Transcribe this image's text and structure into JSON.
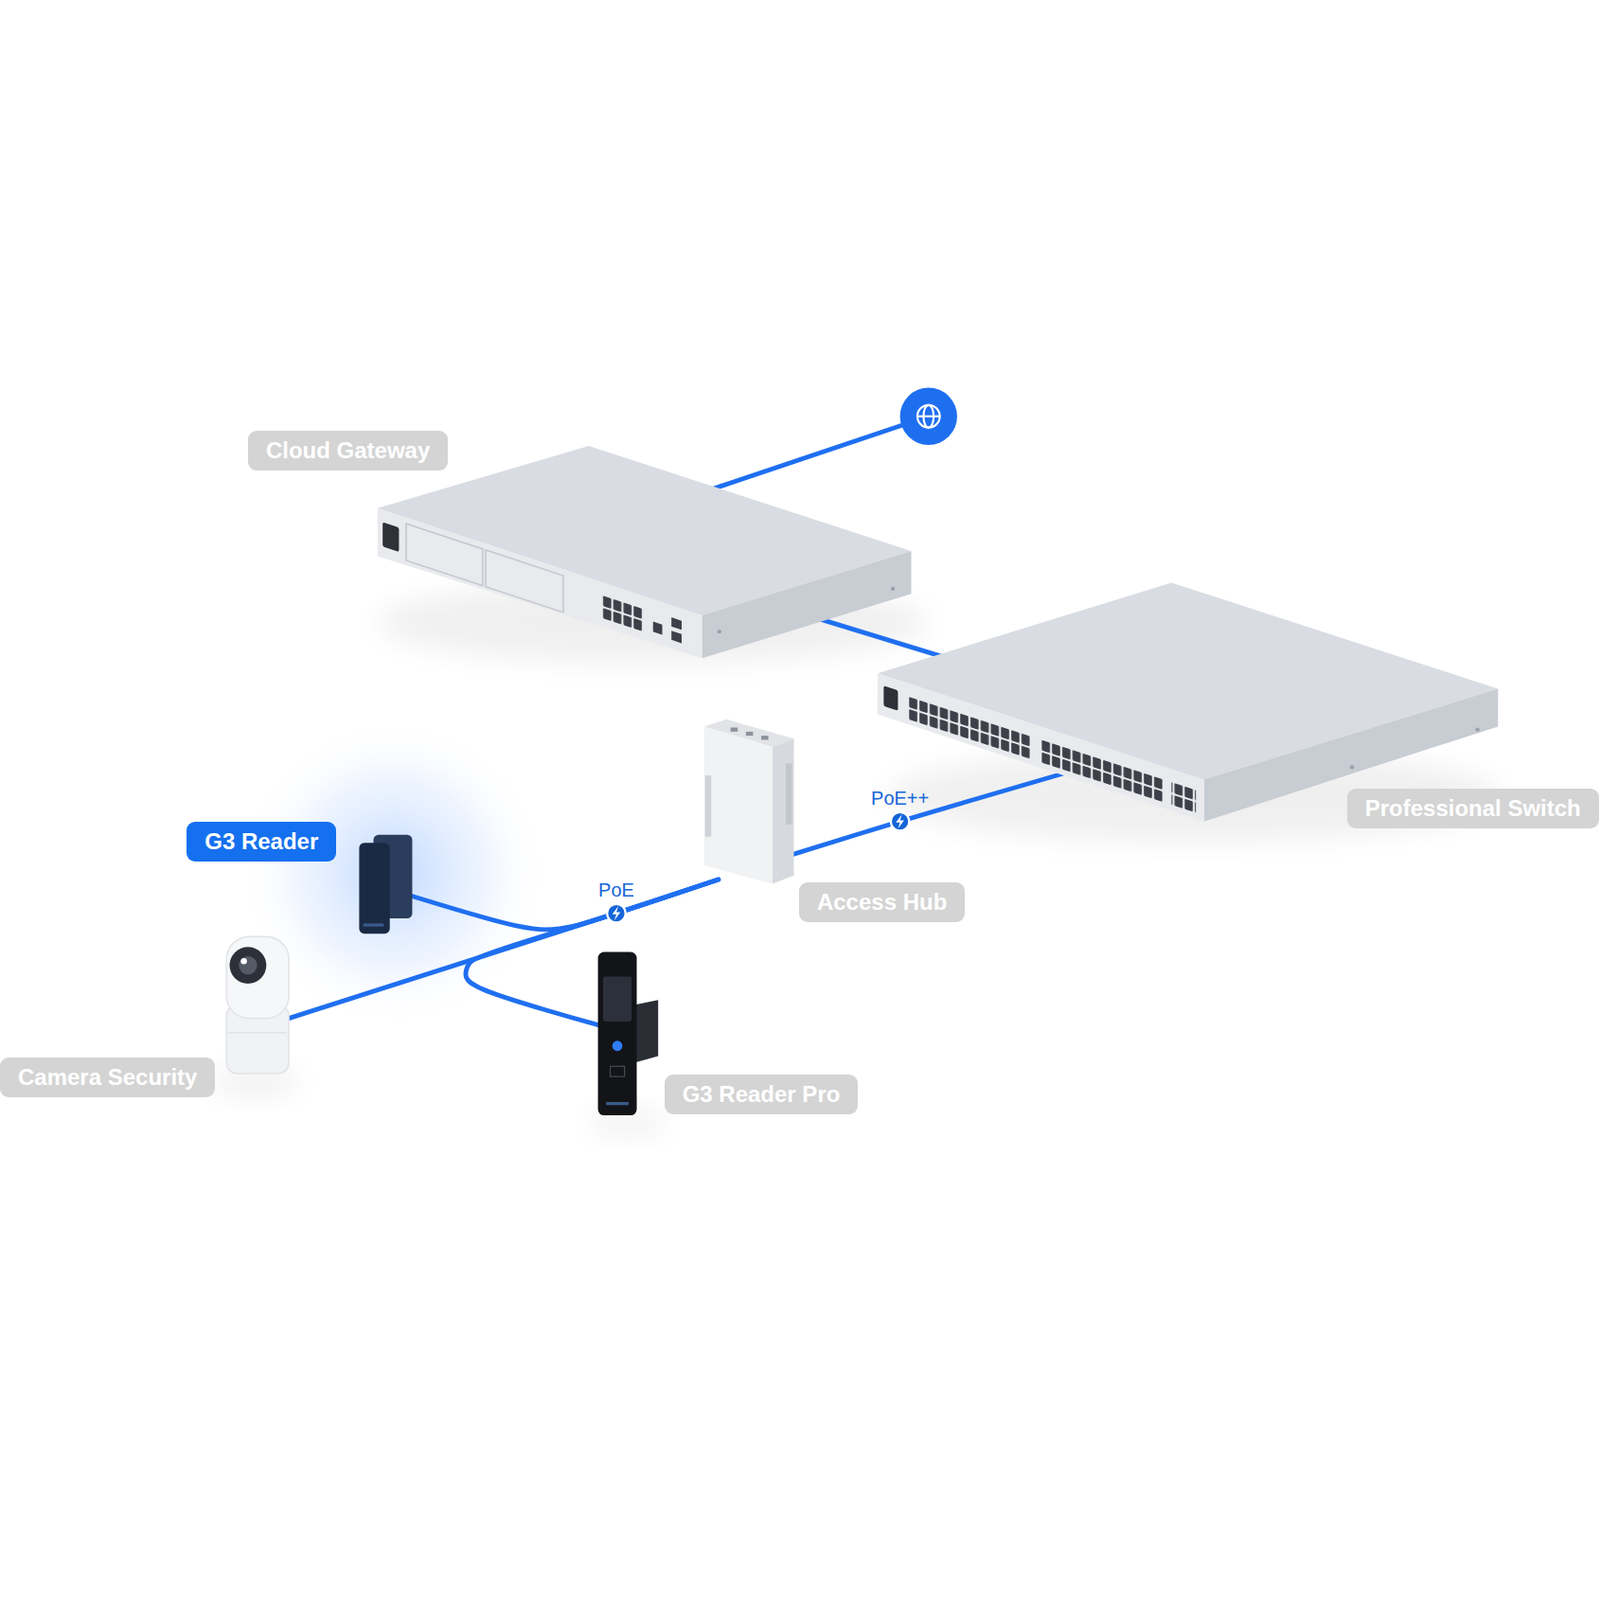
{
  "diagram": {
    "nodes": [
      {
        "text": [
          "Cloud Gateway"
        ]
      },
      {
        "text": [
          "Professional Switch"
        ]
      },
      {
        "text": [
          "G3 Reader"
        ]
      },
      {
        "text": [
          "Access Hub"
        ]
      },
      {
        "text": [
          "Camera Security"
        ]
      },
      {
        "text": [
          "G3 Reader Pro"
        ]
      }
    ],
    "edges": [
      {
        "from": 0,
        "to": 1,
        "arrow": "none"
      },
      {
        "from": 1,
        "to": 3,
        "arrow": "none",
        "label": "PoE++"
      },
      {
        "from": 3,
        "to": 2,
        "arrow": "none",
        "label": "PoE"
      },
      {
        "from": 3,
        "to": 4,
        "arrow": "none"
      },
      {
        "from": 3,
        "to": 5,
        "arrow": "none"
      }
    ]
  }
}
